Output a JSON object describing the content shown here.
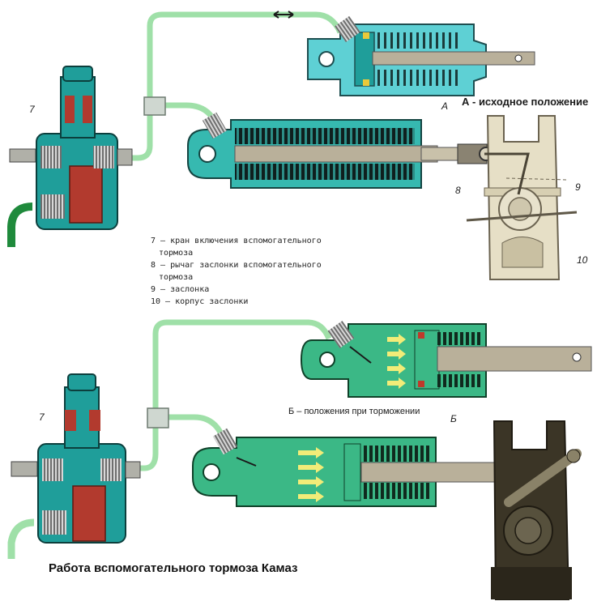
{
  "title": "Работа вспомогательного тормоза Камаз",
  "state_a_caption": "А - исходное положение",
  "state_b_caption": "Б – положения при торможении",
  "marker_a": "А",
  "marker_b": "Б",
  "legend": [
    {
      "line1": "7 – кран включения вспомогательного",
      "line2": "тормоза"
    },
    {
      "line1": "8 – рычаг заслонки вспомогательного",
      "line2": "тормоза"
    },
    {
      "line1": "9 – заслонка",
      "line2": ""
    },
    {
      "line1": "10 – корпус заслонки",
      "line2": ""
    }
  ],
  "callouts": {
    "valve_top": "7",
    "lever": "8",
    "flap": "9",
    "housing": "10",
    "valve_bottom": "7"
  },
  "colors": {
    "pipe": "#9fe0a8",
    "cylinder_upper": "#5ed0d4",
    "cylinder_lower": "#36b9b0",
    "cylinder_b": "#3bb886",
    "valve_body": "#1f9e9a",
    "valve_red": "#b23a2e",
    "rod": "#b9b09a",
    "housing_light": "#e6dfc6",
    "housing_dark": "#3b3526",
    "hose": "#1f8a3c",
    "arrow": "#f2ec78"
  }
}
